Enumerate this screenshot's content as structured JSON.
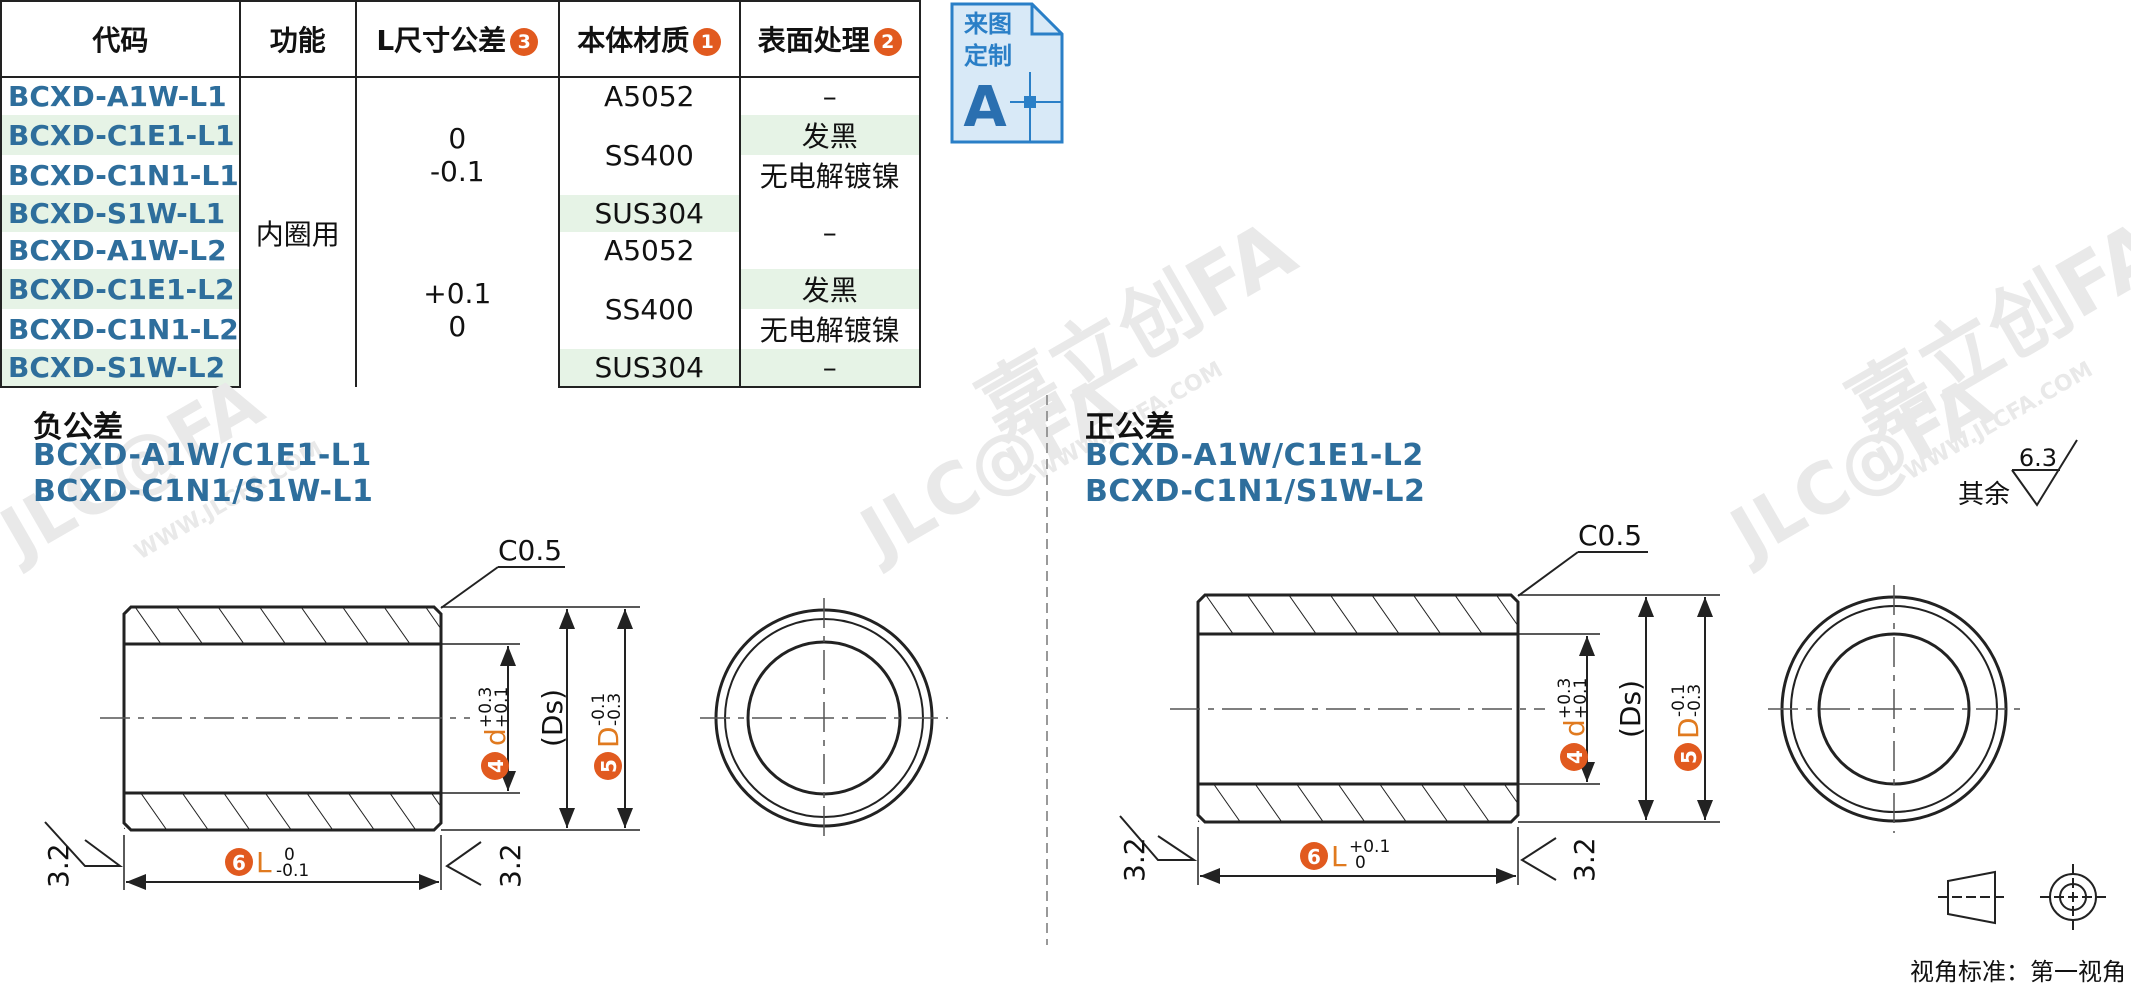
{
  "table": {
    "headers": [
      "代码",
      "功能",
      "L尺寸公差",
      "本体材质",
      "表面处理"
    ],
    "header_badges": [
      "",
      "",
      "3",
      "1",
      "2"
    ],
    "codes": [
      "BCXD-A1W-L1",
      "BCXD-C1E1-L1",
      "BCXD-C1N1-L1",
      "BCXD-S1W-L1",
      "BCXD-A1W-L2",
      "BCXD-C1E1-L2",
      "BCXD-C1N1-L2",
      "BCXD-S1W-L2"
    ],
    "function": "内圈用",
    "tol_group1": [
      "0",
      "-0.1"
    ],
    "tol_group2": [
      "+0.1",
      "0"
    ],
    "materials": [
      "A5052",
      "SS400",
      "SUS304",
      "A5052",
      "SS400",
      "SUS304"
    ],
    "treatments": [
      "–",
      "发黑",
      "无电解镀镍",
      "–",
      "发黑",
      "无电解镀镍",
      "–"
    ]
  },
  "custom_icon": {
    "line1": "来图",
    "line2": "定制",
    "letter": "A"
  },
  "watermark": {
    "brand": "嘉立创FA",
    "logo": "JLC@FA",
    "url": "WWW.JLCFA.COM"
  },
  "left_drawing": {
    "title": "负公差",
    "codes": [
      "BCXD-A1W/C1E1-L1",
      "BCXD-C1N1/S1W-L1"
    ],
    "chamfer": "C0.5",
    "d_badge": "4",
    "d_label": "d",
    "d_tol_upper": "+0.3",
    "d_tol_lower": "+0.1",
    "ds_label": "(Ds)",
    "D_badge": "5",
    "D_label": "D",
    "D_tol_upper": "-0.1",
    "D_tol_lower": "-0.3",
    "L_badge": "6",
    "L_label": "L",
    "L_tol_upper": "0",
    "L_tol_lower": "-0.1",
    "roughness": "3.2"
  },
  "right_drawing": {
    "title": "正公差",
    "codes": [
      "BCXD-A1W/C1E1-L2",
      "BCXD-C1N1/S1W-L2"
    ],
    "chamfer": "C0.5",
    "d_badge": "4",
    "d_label": "d",
    "d_tol_upper": "+0.3",
    "d_tol_lower": "+0.1",
    "ds_label": "(Ds)",
    "D_badge": "5",
    "D_label": "D",
    "D_tol_upper": "-0.1",
    "D_tol_lower": "-0.3",
    "L_badge": "6",
    "L_label": "L",
    "L_tol_upper": "+0.1",
    "L_tol_lower": "0",
    "roughness": "3.2"
  },
  "surface_note": {
    "label": "其余",
    "value": "6.3"
  },
  "projection_note": "视角标准：第一视角",
  "colors": {
    "code_blue": "#2e6e9c",
    "badge_orange": "#e15a1f",
    "row_green": "#e6f3e6",
    "orange_text": "#e07a1f"
  }
}
